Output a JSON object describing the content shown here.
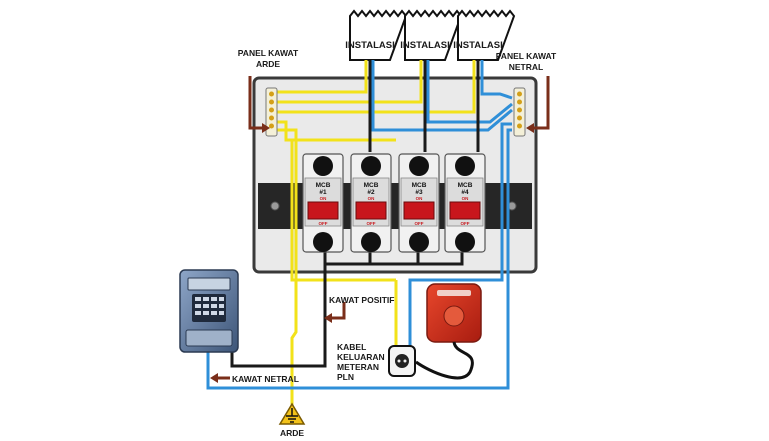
{
  "installations": [
    "INSTALASI",
    "INSTALASI",
    "INSTALASI"
  ],
  "labels": {
    "panel_ground": [
      "PANEL KAWAT",
      "ARDE"
    ],
    "panel_neutral": [
      "PANEL KAWAT",
      "NETRAL"
    ],
    "positive_wire": "KAWAT POSITIF",
    "neutral_wire": "KAWAT NETRAL",
    "meter_output": [
      "KABEL",
      "KELUARAN",
      "METERAN",
      "PLN"
    ],
    "ground": "ARDE"
  },
  "breakers": [
    {
      "name": "MCB",
      "num": "#1",
      "on": "ON",
      "off": "OFF"
    },
    {
      "name": "MCB",
      "num": "#2",
      "on": "ON",
      "off": "OFF"
    },
    {
      "name": "MCB",
      "num": "#3",
      "on": "ON",
      "off": "OFF"
    },
    {
      "name": "MCB",
      "num": "#4",
      "on": "ON",
      "off": "OFF"
    }
  ],
  "colors": {
    "ground_wire": "#f2e21a",
    "neutral_wire": "#2f8fd8",
    "positive_wire": "#1a1a1a",
    "arrow": "#7a2e1a",
    "breaker_red": "#c8161c",
    "panel_body": "#eaeaea",
    "rail": "#262626"
  },
  "icons": [
    "ground-symbol-icon",
    "kwh-meter-icon",
    "surge-device-icon",
    "power-plug-icon"
  ]
}
